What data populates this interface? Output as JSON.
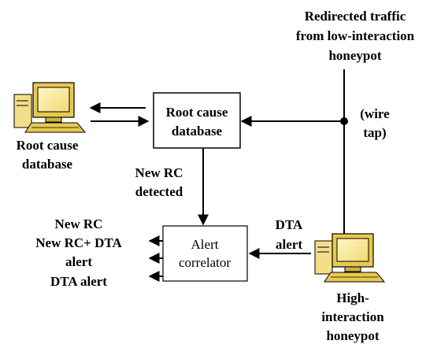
{
  "redirected": {
    "line1": "Redirected traffic",
    "line2": "from low-interaction",
    "line3": "honeypot"
  },
  "wiretap": {
    "line1": "(wire",
    "line2": "tap)"
  },
  "root_cause_box": {
    "line1": "Root cause",
    "line2": "database"
  },
  "root_cause_computer": {
    "line1": "Root cause",
    "line2": "database"
  },
  "new_rc_detected": {
    "line1": "New RC",
    "line2": "detected"
  },
  "outputs": {
    "line1": "New RC",
    "line2": "New RC+ DTA",
    "line3": "alert",
    "line4": "DTA alert"
  },
  "alert_correlator": {
    "line1": "Alert",
    "line2": "correlator"
  },
  "dta_alert": {
    "line1": "DTA",
    "line2": "alert"
  },
  "high_interaction": {
    "line1": "High-",
    "line2": "interaction",
    "line3": "honeypot"
  }
}
